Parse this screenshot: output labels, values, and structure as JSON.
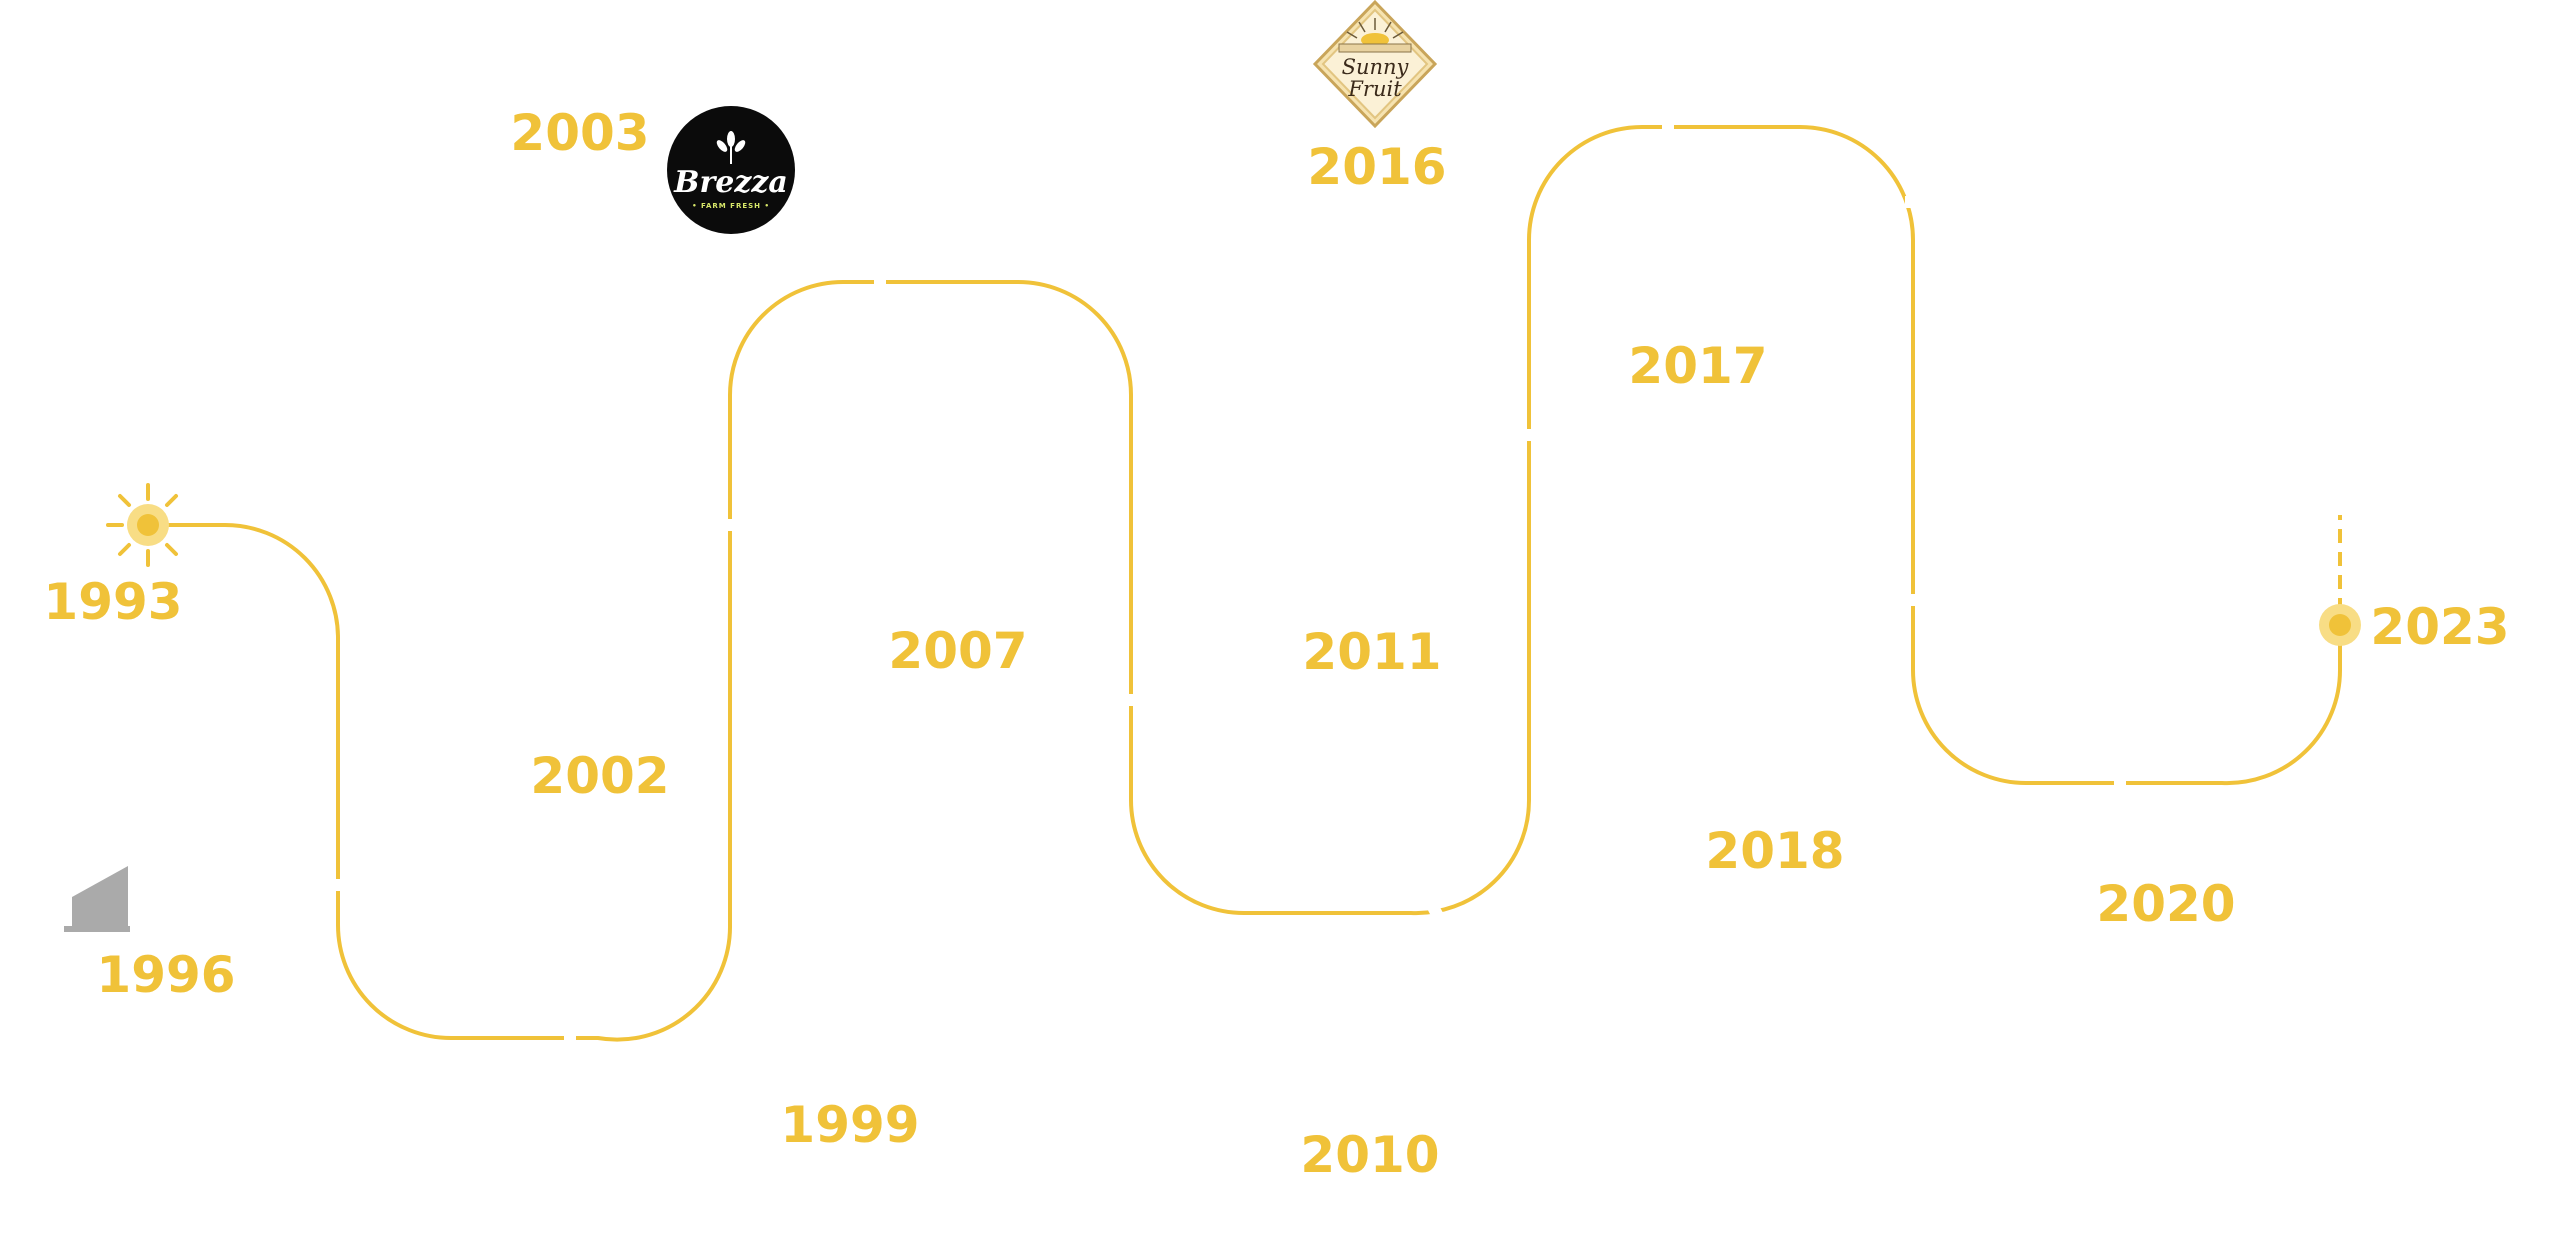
{
  "milestones": [
    {
      "year": "1993"
    },
    {
      "year": "1996"
    },
    {
      "year": "1999"
    },
    {
      "year": "2002"
    },
    {
      "year": "2003"
    },
    {
      "year": "2007"
    },
    {
      "year": "2010"
    },
    {
      "year": "2011"
    },
    {
      "year": "2016"
    },
    {
      "year": "2017"
    },
    {
      "year": "2018"
    },
    {
      "year": "2020"
    },
    {
      "year": "2023"
    }
  ],
  "logos": {
    "brezza": {
      "name": "Brezza",
      "tagline": "• FARM FRESH •"
    },
    "sunny_fruit": {
      "line1": "Sunny",
      "line2": "Fruit"
    }
  },
  "colors": {
    "accent": "#F0C239",
    "accent_light": "#F8DD85",
    "placeholder_gray": "#AAAAAA",
    "brezza_bg": "#0B0B0B"
  },
  "icons": {
    "start": "sun-icon",
    "end": "target-dot-icon",
    "placeholder": "building-placeholder-icon"
  }
}
